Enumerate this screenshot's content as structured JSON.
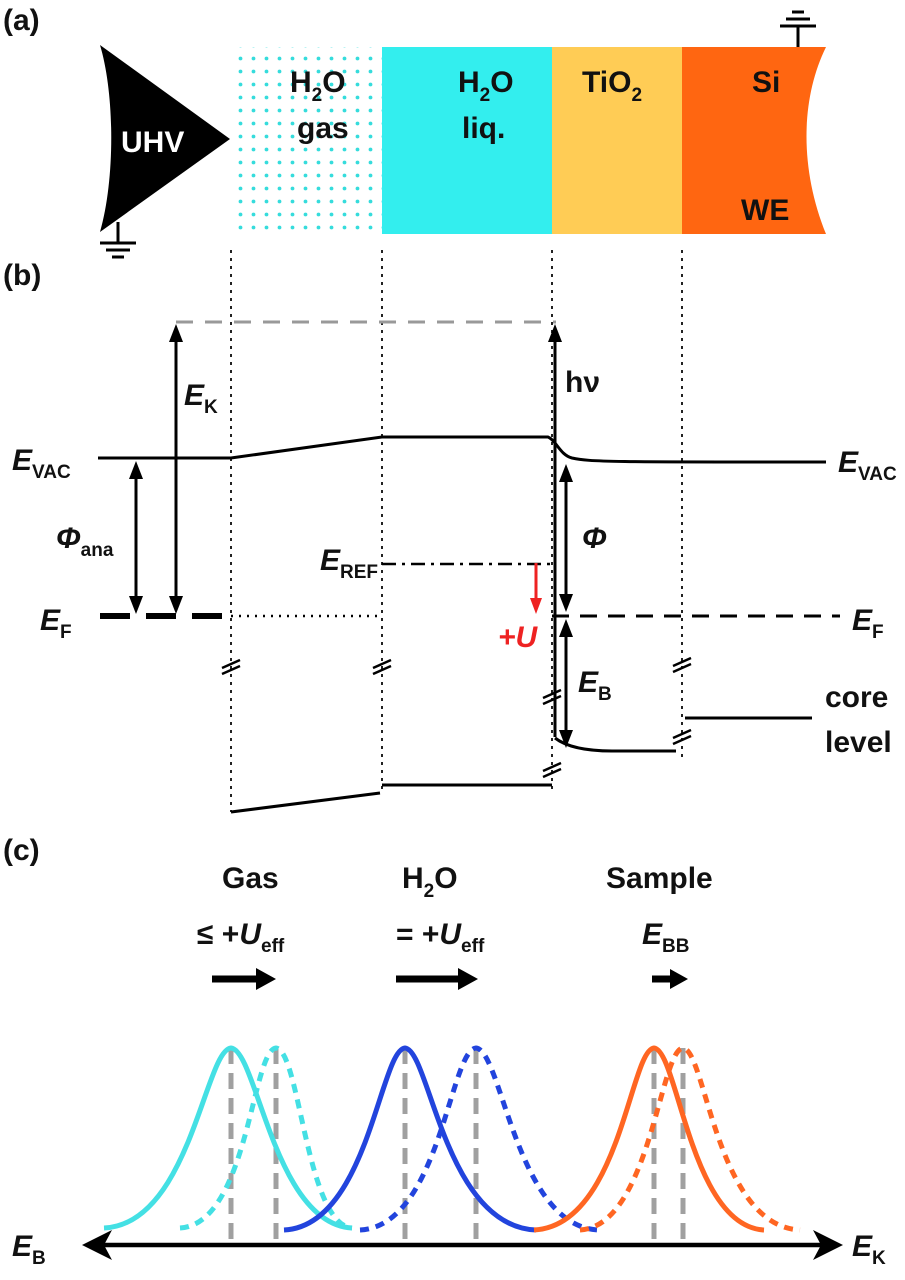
{
  "panels": {
    "a": "(a)",
    "b": "(b)",
    "c": "(c)"
  },
  "layers": {
    "uhv": "UHV",
    "gas_h": "H",
    "gas_2": "2",
    "gas_o": "O",
    "gas_label": "gas",
    "liq_h": "H",
    "liq_2": "2",
    "liq_o": "O",
    "liq_label": "liq.",
    "tio": "TiO",
    "tio_2": "2",
    "si": "Si",
    "we": "WE"
  },
  "energy_labels": {
    "e": "E",
    "vac_sub": "VAC",
    "k_sub": "K",
    "f_sub": "F",
    "ref_sub": "REF",
    "b_sub": "B",
    "phi": "Φ",
    "ana_sub": "ana",
    "hv": "hν",
    "plus_u": "+U",
    "core_1": "core",
    "core_2": "level"
  },
  "spectra_labels": {
    "gas": "Gas",
    "h2o_h": "H",
    "h2o_2": "2",
    "h2o_o": "O",
    "sample": "Sample",
    "gas_shift_prefix": "≤ +",
    "u": "U",
    "eff_sub": "eff",
    "h2o_shift_prefix": "= +",
    "bb_sub": "BB",
    "axis_left": "E",
    "axis_left_sub": "B",
    "axis_right": "E",
    "axis_right_sub": "K"
  },
  "colors": {
    "uhv": "#000000",
    "gas_dots": "#35dcdc",
    "h2o_liq": "#33eeee",
    "tio2": "#ffcc55",
    "si": "#ff6611",
    "gas_peak": "#44e0e4",
    "h2o_peak": "#2244dd",
    "sample_peak": "#ff6622",
    "u_arrow": "#ee2222",
    "ref_dashes": "#999999"
  }
}
